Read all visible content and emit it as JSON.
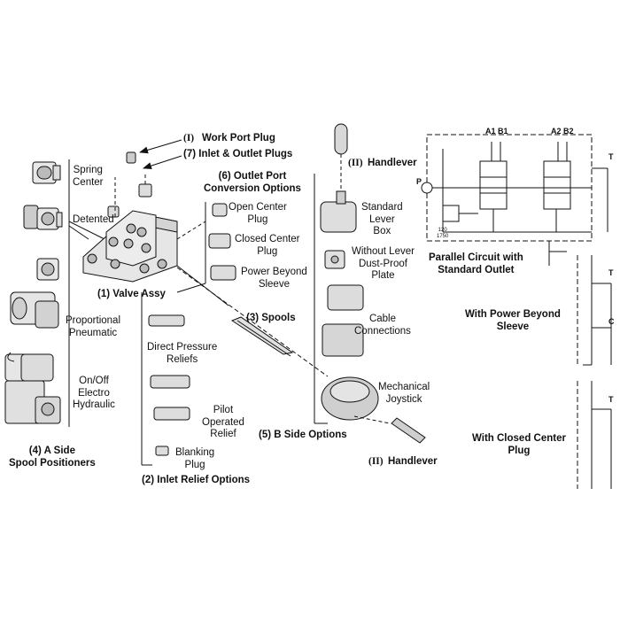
{
  "labels": {
    "work_port_plug_num": "(I)",
    "work_port_plug": "Work Port Plug",
    "inlet_outlet_plugs": "(7) Inlet & Outlet Plugs",
    "handlever_top_num": "(II)",
    "handlever_top": "Handlever",
    "outlet_port_options": "(6) Outlet Port\nConversion Options",
    "open_center_plug": "Open Center\nPlug",
    "closed_center_plug": "Closed Center\nPlug",
    "power_beyond_sleeve": "Power Beyond\nSleeve",
    "spring_center": "Spring\nCenter",
    "detented": "Detented",
    "valve_assy": "(1) Valve Assy",
    "spools": "(3) Spools",
    "proportional_pneumatic": "Proportional\nPneumatic",
    "on_off_electro_hydraulic": "On/Off\nElectro\nHydraulic",
    "a_side_spool_positioners": "(4) A Side\nSpool Positioners",
    "direct_pressure_reliefs": "Direct Pressure\nReliefs",
    "pilot_operated_relief": "Pilot\nOperated\nRelief",
    "blanking_plug": "Blanking\nPlug",
    "inlet_relief_options": "(2) Inlet Relief Options",
    "standard_lever_box": "Standard\nLever\nBox",
    "without_lever_dust_proof_plate": "Without Lever\nDust-Proof\nPlate",
    "cable_connections": "Cable\nConnections",
    "mechanical_joystick": "Mechanical\nJoystick",
    "b_side_options": "(5) B Side Options",
    "handlever_bottom_num": "(II)",
    "handlever_bottom": "Handlever"
  },
  "circuit": {
    "a1b1": "A1 B1",
    "a2b2": "A2 B2",
    "p": "P",
    "t": "T",
    "relief_text": "120\n1750",
    "parallel_circuit": "Parallel Circuit with\nStandard Outlet",
    "power_beyond_t": "T",
    "power_beyond_c": "C",
    "with_power_beyond": "With Power Beyond\nSleeve",
    "closed_center_t": "T",
    "with_closed_center": "With Closed Center\nPlug"
  }
}
